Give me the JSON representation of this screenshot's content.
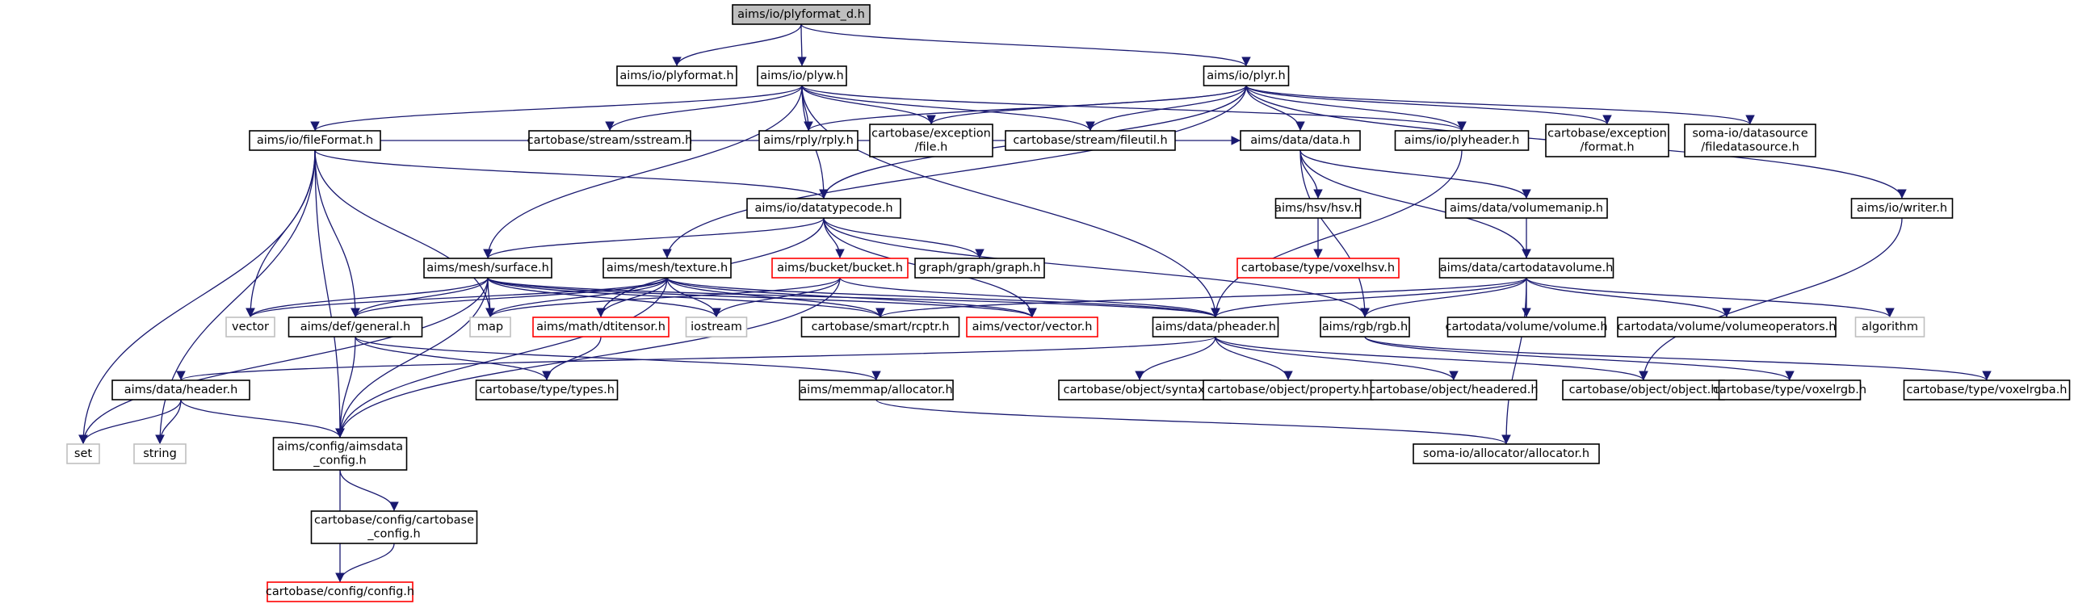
{
  "colors": {
    "edge": "#191970",
    "root_fill": "#bfbfbf",
    "normal_border": "#000000",
    "truncated_border": "#ff0000",
    "system_border": "#bfbfbf",
    "system_text": "#7f7f7f"
  },
  "nodes": [
    {
      "id": "root",
      "kind": "root",
      "lines": [
        "aims/io/plyformat_d.h"
      ]
    },
    {
      "id": "plyformat",
      "kind": "normal",
      "lines": [
        "aims/io/plyformat.h"
      ]
    },
    {
      "id": "plyw",
      "kind": "normal",
      "lines": [
        "aims/io/plyw.h"
      ]
    },
    {
      "id": "plyr",
      "kind": "normal",
      "lines": [
        "aims/io/plyr.h"
      ]
    },
    {
      "id": "fileformat",
      "kind": "normal",
      "lines": [
        "aims/io/fileFormat.h"
      ]
    },
    {
      "id": "sstream",
      "kind": "normal",
      "lines": [
        "cartobase/stream/sstream.h"
      ]
    },
    {
      "id": "rply",
      "kind": "normal",
      "lines": [
        "aims/rply/rply.h"
      ]
    },
    {
      "id": "excfile",
      "kind": "normal",
      "lines": [
        "cartobase/exception",
        "/file.h"
      ]
    },
    {
      "id": "fileutil",
      "kind": "normal",
      "lines": [
        "cartobase/stream/fileutil.h"
      ]
    },
    {
      "id": "datah",
      "kind": "normal",
      "lines": [
        "aims/data/data.h"
      ]
    },
    {
      "id": "plyheader",
      "kind": "normal",
      "lines": [
        "aims/io/plyheader.h"
      ]
    },
    {
      "id": "excformat",
      "kind": "normal",
      "lines": [
        "cartobase/exception",
        "/format.h"
      ]
    },
    {
      "id": "filedatasource",
      "kind": "normal",
      "lines": [
        "soma-io/datasource",
        "/filedatasource.h"
      ]
    },
    {
      "id": "datatypecode",
      "kind": "normal",
      "lines": [
        "aims/io/datatypecode.h"
      ]
    },
    {
      "id": "hsv",
      "kind": "normal",
      "lines": [
        "aims/hsv/hsv.h"
      ]
    },
    {
      "id": "volumemanip",
      "kind": "normal",
      "lines": [
        "aims/data/volumemanip.h"
      ]
    },
    {
      "id": "writer",
      "kind": "normal",
      "lines": [
        "aims/io/writer.h"
      ]
    },
    {
      "id": "surface",
      "kind": "normal",
      "lines": [
        "aims/mesh/surface.h"
      ]
    },
    {
      "id": "texture",
      "kind": "normal",
      "lines": [
        "aims/mesh/texture.h"
      ]
    },
    {
      "id": "bucket",
      "kind": "truncated",
      "lines": [
        "aims/bucket/bucket.h"
      ]
    },
    {
      "id": "graph",
      "kind": "normal",
      "lines": [
        "graph/graph/graph.h"
      ]
    },
    {
      "id": "voxelhsv",
      "kind": "truncated",
      "lines": [
        "cartobase/type/voxelhsv.h"
      ]
    },
    {
      "id": "cartodatavolume",
      "kind": "normal",
      "lines": [
        "aims/data/cartodatavolume.h"
      ]
    },
    {
      "id": "vector",
      "kind": "system",
      "lines": [
        "vector"
      ]
    },
    {
      "id": "general",
      "kind": "normal",
      "lines": [
        "aims/def/general.h"
      ]
    },
    {
      "id": "map",
      "kind": "system",
      "lines": [
        "map"
      ]
    },
    {
      "id": "dtitensor",
      "kind": "truncated",
      "lines": [
        "aims/math/dtitensor.h"
      ]
    },
    {
      "id": "iostream",
      "kind": "system",
      "lines": [
        "iostream"
      ]
    },
    {
      "id": "rcptr",
      "kind": "normal",
      "lines": [
        "cartobase/smart/rcptr.h"
      ]
    },
    {
      "id": "vectorh",
      "kind": "truncated",
      "lines": [
        "aims/vector/vector.h"
      ]
    },
    {
      "id": "pheader",
      "kind": "normal",
      "lines": [
        "aims/data/pheader.h"
      ]
    },
    {
      "id": "rgb",
      "kind": "normal",
      "lines": [
        "aims/rgb/rgb.h"
      ]
    },
    {
      "id": "volume",
      "kind": "normal",
      "lines": [
        "cartodata/volume/volume.h"
      ]
    },
    {
      "id": "volumeops",
      "kind": "normal",
      "lines": [
        "cartodata/volume/volumeoperators.h"
      ]
    },
    {
      "id": "algorithm",
      "kind": "system",
      "lines": [
        "algorithm"
      ]
    },
    {
      "id": "dataheader",
      "kind": "normal",
      "lines": [
        "aims/data/header.h"
      ]
    },
    {
      "id": "types",
      "kind": "normal",
      "lines": [
        "cartobase/type/types.h"
      ]
    },
    {
      "id": "allocator",
      "kind": "normal",
      "lines": [
        "aims/memmap/allocator.h"
      ]
    },
    {
      "id": "syntax",
      "kind": "normal",
      "lines": [
        "cartobase/object/syntax.h"
      ]
    },
    {
      "id": "property",
      "kind": "normal",
      "lines": [
        "cartobase/object/property.h"
      ]
    },
    {
      "id": "headered",
      "kind": "normal",
      "lines": [
        "cartobase/object/headered.h"
      ]
    },
    {
      "id": "object",
      "kind": "normal",
      "lines": [
        "cartobase/object/object.h"
      ]
    },
    {
      "id": "voxelrgb",
      "kind": "normal",
      "lines": [
        "cartobase/type/voxelrgb.h"
      ]
    },
    {
      "id": "voxelrgba",
      "kind": "normal",
      "lines": [
        "cartobase/type/voxelrgba.h"
      ]
    },
    {
      "id": "set",
      "kind": "system",
      "lines": [
        "set"
      ]
    },
    {
      "id": "string",
      "kind": "system",
      "lines": [
        "string"
      ]
    },
    {
      "id": "aimsdataconfig",
      "kind": "normal",
      "lines": [
        "aims/config/aimsdata",
        "_config.h"
      ]
    },
    {
      "id": "somaallocator",
      "kind": "normal",
      "lines": [
        "soma-io/allocator/allocator.h"
      ]
    },
    {
      "id": "cartobaseconfig",
      "kind": "normal",
      "lines": [
        "cartobase/config/cartobase",
        "_config.h"
      ]
    },
    {
      "id": "config",
      "kind": "truncated",
      "lines": [
        "cartobase/config/config.h"
      ]
    }
  ],
  "edges": [
    [
      "root",
      "plyformat"
    ],
    [
      "root",
      "plyw"
    ],
    [
      "root",
      "plyr"
    ],
    [
      "plyw",
      "fileformat"
    ],
    [
      "plyw",
      "sstream"
    ],
    [
      "plyw",
      "rply"
    ],
    [
      "plyw",
      "excfile"
    ],
    [
      "plyw",
      "fileutil"
    ],
    [
      "plyw",
      "plyheader"
    ],
    [
      "plyw",
      "datatypecode"
    ],
    [
      "plyw",
      "surface"
    ],
    [
      "plyw",
      "pheader"
    ],
    [
      "plyr",
      "rply"
    ],
    [
      "plyr",
      "excfile"
    ],
    [
      "plyr",
      "fileutil"
    ],
    [
      "plyr",
      "datah"
    ],
    [
      "plyr",
      "plyheader"
    ],
    [
      "plyr",
      "excformat"
    ],
    [
      "plyr",
      "filedatasource"
    ],
    [
      "plyr",
      "datatypecode"
    ],
    [
      "plyr",
      "writer"
    ],
    [
      "plyr",
      "texture"
    ],
    [
      "fileformat",
      "datatypecode"
    ],
    [
      "fileformat",
      "vector"
    ],
    [
      "fileformat",
      "general"
    ],
    [
      "fileformat",
      "map"
    ],
    [
      "fileformat",
      "set"
    ],
    [
      "fileformat",
      "string"
    ],
    [
      "fileformat",
      "aimsdataconfig"
    ],
    [
      "fileformat",
      "datah"
    ],
    [
      "datah",
      "hsv"
    ],
    [
      "datah",
      "volumemanip"
    ],
    [
      "datah",
      "cartodatavolume"
    ],
    [
      "datah",
      "rgb"
    ],
    [
      "plyheader",
      "pheader"
    ],
    [
      "datatypecode",
      "surface"
    ],
    [
      "datatypecode",
      "bucket"
    ],
    [
      "datatypecode",
      "graph"
    ],
    [
      "datatypecode",
      "dtitensor"
    ],
    [
      "datatypecode",
      "vectorh"
    ],
    [
      "datatypecode",
      "rgb"
    ],
    [
      "hsv",
      "voxelhsv"
    ],
    [
      "volumemanip",
      "cartodatavolume"
    ],
    [
      "writer",
      "object"
    ],
    [
      "surface",
      "vector"
    ],
    [
      "surface",
      "general"
    ],
    [
      "surface",
      "map"
    ],
    [
      "surface",
      "iostream"
    ],
    [
      "surface",
      "rcptr"
    ],
    [
      "surface",
      "vectorh"
    ],
    [
      "surface",
      "pheader"
    ],
    [
      "surface",
      "set"
    ],
    [
      "surface",
      "aimsdataconfig"
    ],
    [
      "texture",
      "vector"
    ],
    [
      "texture",
      "general"
    ],
    [
      "texture",
      "map"
    ],
    [
      "texture",
      "dtitensor"
    ],
    [
      "texture",
      "iostream"
    ],
    [
      "texture",
      "rcptr"
    ],
    [
      "texture",
      "vectorh"
    ],
    [
      "texture",
      "pheader"
    ],
    [
      "texture",
      "aimsdataconfig"
    ],
    [
      "bucket",
      "map"
    ],
    [
      "bucket",
      "iostream"
    ],
    [
      "bucket",
      "pheader"
    ],
    [
      "bucket",
      "aimsdataconfig"
    ],
    [
      "cartodatavolume",
      "volume"
    ],
    [
      "cartodatavolume",
      "volumeops"
    ],
    [
      "cartodatavolume",
      "algorithm"
    ],
    [
      "cartodatavolume",
      "rgb"
    ],
    [
      "cartodatavolume",
      "pheader"
    ],
    [
      "cartodatavolume",
      "rcptr"
    ],
    [
      "cartodatavolume",
      "somaallocator"
    ],
    [
      "general",
      "types"
    ],
    [
      "general",
      "aimsdataconfig"
    ],
    [
      "general",
      "allocator"
    ],
    [
      "dtitensor",
      "types"
    ],
    [
      "pheader",
      "dataheader"
    ],
    [
      "pheader",
      "syntax"
    ],
    [
      "pheader",
      "property"
    ],
    [
      "pheader",
      "headered"
    ],
    [
      "pheader",
      "object"
    ],
    [
      "rgb",
      "voxelrgb"
    ],
    [
      "rgb",
      "voxelrgba"
    ],
    [
      "dataheader",
      "set"
    ],
    [
      "dataheader",
      "string"
    ],
    [
      "dataheader",
      "aimsdataconfig"
    ],
    [
      "allocator",
      "somaallocator"
    ],
    [
      "aimsdataconfig",
      "cartobaseconfig"
    ],
    [
      "aimsdataconfig",
      "config"
    ],
    [
      "cartobaseconfig",
      "config"
    ]
  ]
}
